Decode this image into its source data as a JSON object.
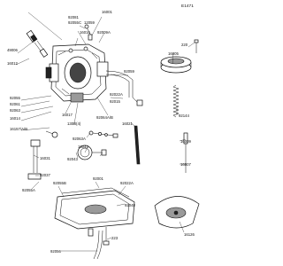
{
  "diagram": {
    "figure_code": "E1471",
    "part_labels": {
      "p16001": "16001",
      "p92081": "92081",
      "p92055c": "92055C",
      "p12059": "12059",
      "p16016": "16016",
      "p92009a_top": "92009A",
      "p49006": "49006",
      "p16012": "16012",
      "p220": "220",
      "p16005": "16005",
      "p92059": "92059",
      "p92022a": "92022A",
      "p92015": "92015",
      "p92055": "92055",
      "p92061": "92061",
      "p92063": "92063",
      "p16014": "16014",
      "p16157": "16157/A/B",
      "p16017": "16017",
      "p130b": "130B(4)",
      "p92064ab": "92064A/B",
      "p16021": "16021",
      "p92144": "92144",
      "p92063a": "92063A",
      "p16044": "16044",
      "p16009": "16009",
      "p16007": "16007",
      "p16031": "16031",
      "p92037": "92037",
      "p92055a": "92055A",
      "p92043": "92043",
      "p92055b": "92055B",
      "p92001": "92001",
      "p92022a_low": "92022A",
      "p16126": "16126",
      "p92056": "92056",
      "p223": "223",
      "p92048": "92048"
    }
  }
}
